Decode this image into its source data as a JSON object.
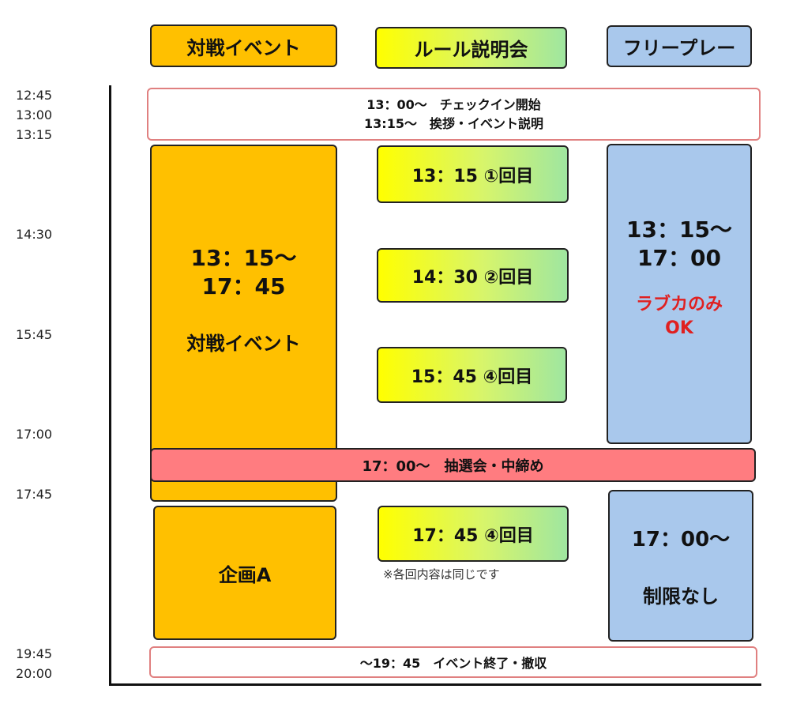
{
  "headers": {
    "battle": "対戦イベント",
    "rules": "ルール説明会",
    "free": "フリープレー"
  },
  "time_labels": [
    "12:45",
    "13:00",
    "13:15",
    "14:30",
    "15:45",
    "17:00",
    "17:45",
    "19:45",
    "20:00"
  ],
  "opening": {
    "line1": "13：00～　チェックイン開始",
    "line2": "13:15～　挨拶・イベント説明"
  },
  "battle_block": {
    "time1": "13：15～",
    "time2": "17：45",
    "label": "対戦イベント"
  },
  "rules_sessions": [
    "13：15 ①回目",
    "14：30 ②回目",
    "15：45 ④回目",
    "17：45 ④回目"
  ],
  "rules_note": "※各回内容は同じです",
  "free_block": {
    "time1": "13：15～",
    "time2": "17：00",
    "note1": "ラブカのみ",
    "note2": "OK"
  },
  "lottery": "17：00～　抽選会・中締め",
  "project": "企画A",
  "free_late": {
    "time": "17：00～",
    "label": "制限なし"
  },
  "closing": "～19：45　イベント終了・撤収",
  "colors": {
    "orange": "#ffc000",
    "blue": "#a9c8ec",
    "lottery_red": "#ff7c80",
    "accent_red": "#e02020"
  }
}
